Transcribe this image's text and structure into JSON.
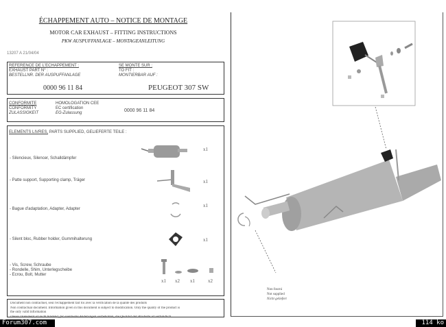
{
  "header": {
    "title_fr": "ÉCHAPPEMENT AUTO – NOTICE DE MONTAGE",
    "title_en": "MOTOR CAR EXHAUST – FITTING INSTRUCTIONS",
    "title_de": "PKW AUSPUFFANLAGE – MONTAGEANLEITUNG",
    "doc_code": "13207 A  21/04/04"
  },
  "reference": {
    "label_fr": "REFERENCE DE L'ECHAPPEMENT :",
    "label_en": "EXHAUST PART N° :",
    "label_de": "BESTELLNR. DER AUSPUFFANLAGE",
    "value": "0000 96 11 84",
    "fit_fr": "SE MONTE SUR :",
    "fit_en": "TO FIT :",
    "fit_de": "MONTIERBAR AUF :",
    "vehicle": "PEUGEOT 307  SW"
  },
  "conformity": {
    "label_fr": "CONFORMITE",
    "label_en": "CONFORMITY",
    "label_de": "ZULASSIGKEIT",
    "homol_fr": "HOMOLOGATION CEE",
    "homol_en": "EC certification",
    "homol_de": "EG-Zulassung",
    "value": "0000 96 11 84"
  },
  "parts": {
    "heading_fr": "ELEMENTS LIVRES,",
    "heading_rest": " PARTS SUPPLIED,  GELIEFERTE TEILE :",
    "items": [
      {
        "label": "- Silencieux, Silencer, Schalldämpfer",
        "qty": "x1"
      },
      {
        "label": "- Patte support, Supporting clamp, Träger",
        "qty": "x1"
      },
      {
        "label": "- Bague d'adaptation, Adapter, Adapter",
        "qty": "x1"
      },
      {
        "label": "- Silent bloc, Rubber holder, Gummihalterung",
        "qty": "x1"
      },
      {
        "label": "- Vis, Screw, Schraube",
        "qty": ""
      },
      {
        "label": "- Rondelle, Shim, Unterlegscheibe",
        "qty": ""
      },
      {
        "label": "- Ecrou, Bolt, Mutter",
        "qty": ""
      }
    ],
    "hardware_qty": [
      "x1",
      "x2",
      "x1",
      "x2"
    ]
  },
  "footer": {
    "line1": "Document non contractuel, seul l'échappement fait foi avec la vérification de la qualité des produits",
    "line2": "Non contractual document. Information given in this document is subject to modification. Only the quality of the product is",
    "line3": "the only valid information",
    "line4": "Dieses Dokument ist nicht bindend, für eventuelle Änderungen vorbehalten, die Qualität der Produkte ist verbindlich"
  },
  "diagram": {
    "note_fr": "Non fourni",
    "note_en": "Not supplied",
    "note_de": "Nicht geliefert"
  },
  "overlay": {
    "site": "Forum307.com",
    "size": "114 ko"
  }
}
